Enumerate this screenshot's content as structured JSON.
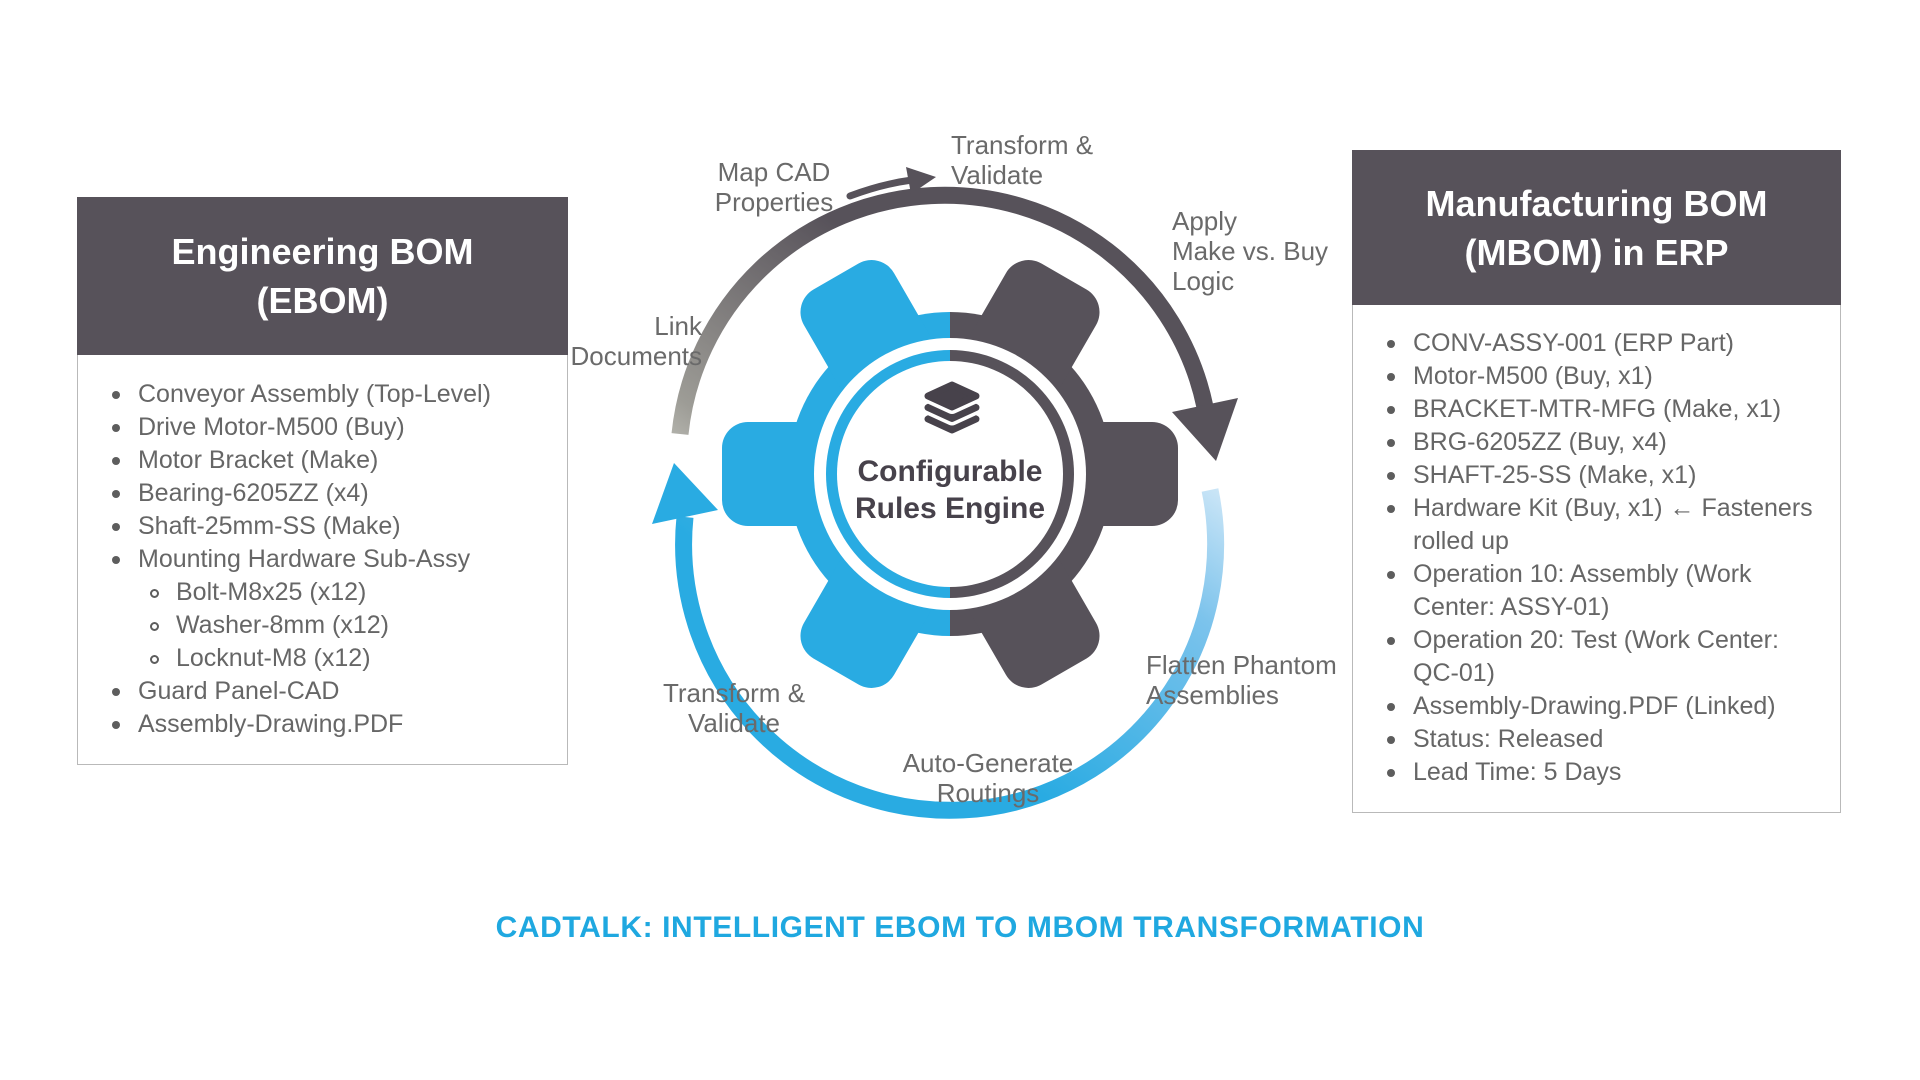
{
  "colors": {
    "accent_blue": "#29ABE2",
    "dark_gray": "#57525A",
    "icon_dark": "#47424b",
    "text_gray": "#6a6a6a",
    "caption_blue": "#1FA8E0"
  },
  "left_panel": {
    "title_line1": "Engineering BOM",
    "title_line2": "(EBOM)",
    "items": [
      {
        "text": "Conveyor Assembly (Top-Level)",
        "level": 1
      },
      {
        "text": "Drive Motor-M500 (Buy)",
        "level": 1
      },
      {
        "text": "Motor Bracket (Make)",
        "level": 1
      },
      {
        "text": "Bearing-6205ZZ (x4)",
        "level": 1
      },
      {
        "text": "Shaft-25mm-SS (Make)",
        "level": 1
      },
      {
        "text": "Mounting Hardware Sub-Assy",
        "level": 1
      },
      {
        "text": "Bolt-M8x25 (x12)",
        "level": 2
      },
      {
        "text": "Washer-8mm (x12)",
        "level": 2
      },
      {
        "text": "Locknut-M8 (x12)",
        "level": 2
      },
      {
        "text": "Guard Panel-CAD",
        "level": 1
      },
      {
        "text": "Assembly-Drawing.PDF",
        "level": 1
      }
    ]
  },
  "right_panel": {
    "title_line1": "Manufacturing BOM",
    "title_line2": "(MBOM) in ERP",
    "items": [
      {
        "text": "CONV-ASSY-001 (ERP Part)",
        "level": 1
      },
      {
        "text": "Motor-M500 (Buy, x1)",
        "level": 1
      },
      {
        "text": "BRACKET-MTR-MFG (Make, x1)",
        "level": 1
      },
      {
        "text": "BRG-6205ZZ (Buy, x4)",
        "level": 1
      },
      {
        "text": "SHAFT-25-SS (Make, x1)",
        "level": 1
      },
      {
        "text": "Hardware Kit (Buy, x1) ← Fasteners rolled up",
        "level": 1
      },
      {
        "text": "Operation 10: Assembly (Work Center: ASSY-01)",
        "level": 1
      },
      {
        "text": "Operation 20: Test (Work Center: QC-01)",
        "level": 1
      },
      {
        "text": "Assembly-Drawing.PDF (Linked)",
        "level": 1
      },
      {
        "text": "Status: Released",
        "level": 1
      },
      {
        "text": "Lead Time: 5 Days",
        "level": 1
      }
    ]
  },
  "diagram": {
    "hub": {
      "icon": "layers-icon",
      "line1": "Configurable",
      "line2": "Rules Engine"
    },
    "labels": {
      "map_cad_properties": {
        "line1": "Map CAD",
        "line2": "Properties"
      },
      "transform_validate_top": {
        "line1": "Transform &",
        "line2": "Validate"
      },
      "apply_make_vs_buy": {
        "line1": "Apply",
        "line2": "Make vs. Buy",
        "line3": "Logic"
      },
      "link_documents": {
        "line1": "Link",
        "line2": "Documents"
      },
      "transform_validate_bottom": {
        "line1": "Transform &",
        "line2": "Validate"
      },
      "auto_generate_routings": {
        "line1": "Auto-Generate",
        "line2": "Routings"
      },
      "flatten_phantom_assemblies": {
        "line1": "Flatten Phantom",
        "line2": "Assemblies"
      }
    }
  },
  "caption": "CADTALK: INTELLIGENT EBOM TO MBOM TRANSFORMATION"
}
